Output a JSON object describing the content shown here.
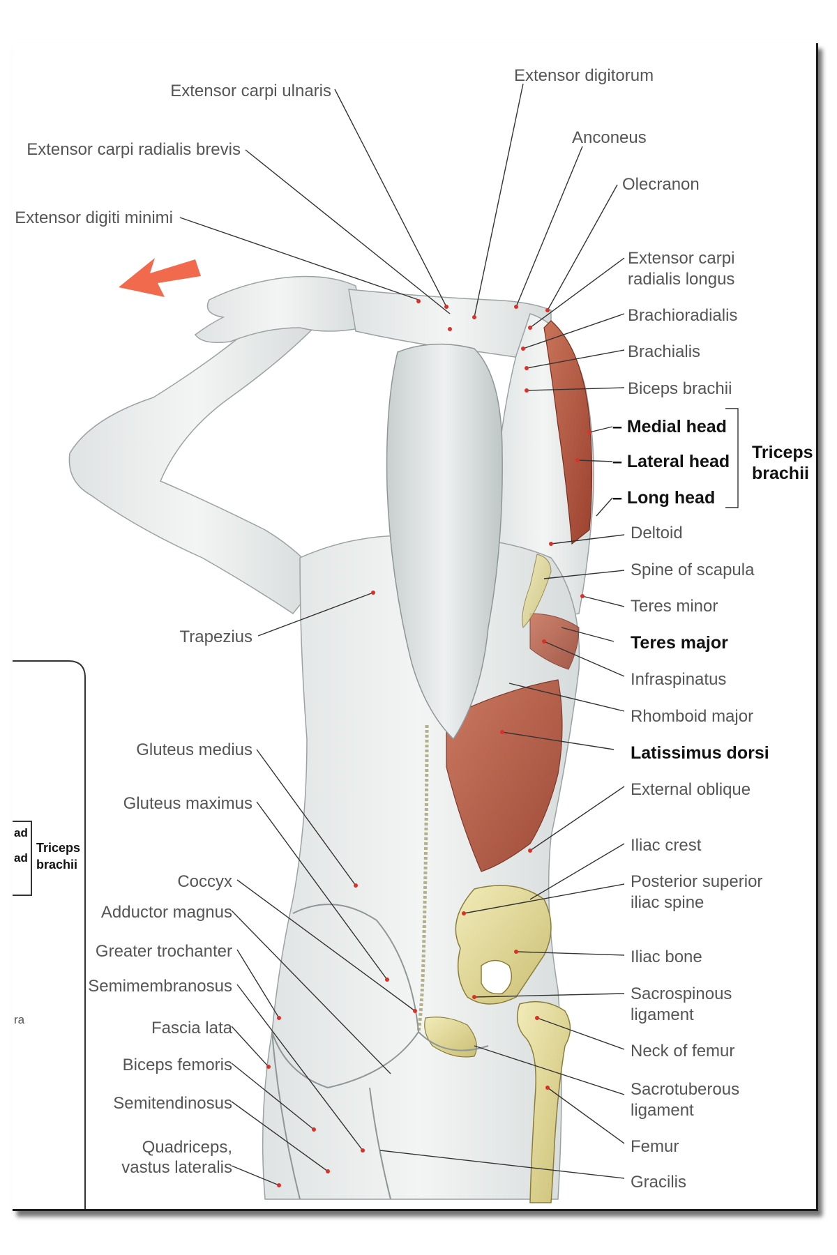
{
  "colors": {
    "highlight_muscle": "#b5533c",
    "bone": "#e3dca0",
    "skin": "#e9ecec",
    "arrow": "#f05a3a",
    "marker": "#d9312a"
  },
  "labels_left": [
    "Extensor carpi ulnaris",
    "Extensor carpi radialis brevis",
    "Extensor digiti minimi",
    "Trapezius",
    "Gluteus medius",
    "Gluteus maximus",
    "Coccyx",
    "Adductor magnus",
    "Greater trochanter",
    "Semimembranosus",
    "Fascia lata",
    "Biceps femoris",
    "Semitendinosus",
    "Quadriceps,",
    "vastus lateralis"
  ],
  "labels_right": [
    "Extensor digitorum",
    "Anconeus",
    "Olecranon",
    "Extensor carpi",
    "radialis longus",
    "Brachioradialis",
    "Brachialis",
    "Biceps brachii",
    "Deltoid",
    "Spine of scapula",
    "Teres minor",
    "Infraspinatus",
    "Rhomboid major",
    "External oblique",
    "Iliac crest",
    "Posterior superior",
    "iliac spine",
    "Iliac bone",
    "Sacrospinous",
    "ligament",
    "Neck of femur",
    "Sacrotuberous",
    "ligament",
    "Femur",
    "Gracilis"
  ],
  "labels_bold": [
    "– Medial head",
    "– Lateral head",
    "– Long head",
    "Teres major",
    "Latissimus dorsi"
  ],
  "bracket_label": [
    "Triceps",
    "brachii"
  ],
  "inset": {
    "fragments": [
      "ad",
      "ad",
      "ra"
    ],
    "label": [
      "Triceps",
      "brachii"
    ]
  }
}
